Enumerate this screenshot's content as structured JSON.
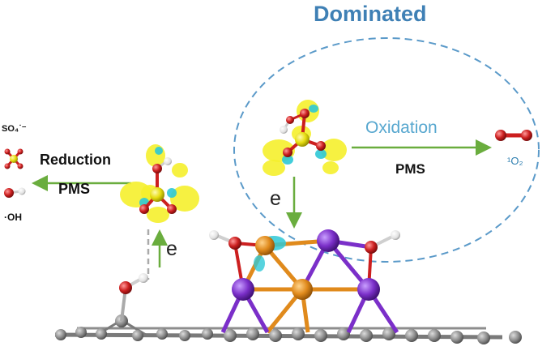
{
  "diagram": {
    "title": "Dominated",
    "oxidation_label": "Oxidation",
    "right_pms_label": "PMS",
    "singlet_oxygen_label": "¹O₂",
    "right_electron_label": "e",
    "reduction_label": "Reduction",
    "left_pms_label": "PMS",
    "sulfate_radical_label": "SO₄˙⁻",
    "hydroxyl_radical_label": "·OH",
    "left_electron_label": "e"
  },
  "colors": {
    "title": "#3f80b5",
    "ellipse": "#5b9ac9",
    "oxidation": "#57a7cf",
    "arrow": "#6aad3e",
    "carbon": "#8a8a8a",
    "cobalt": "#e08a1c",
    "manganese": "#7b2fc9",
    "oxygen": "#cc1f1f",
    "sulfur": "#e6dd10",
    "hydrogen": "#f0f0f0",
    "isosurface_yellow": "#f5ef2c",
    "isosurface_cyan": "#2ec8d6"
  }
}
